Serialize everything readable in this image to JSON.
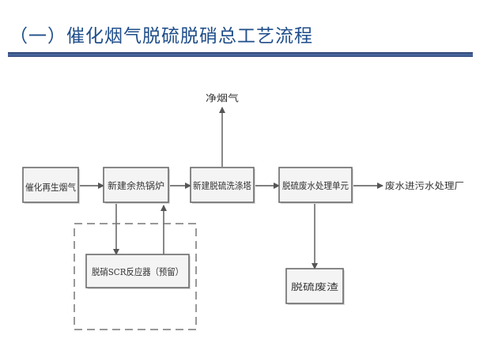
{
  "header": {
    "title": "（一）催化烟气脱硫脱硝总工艺流程"
  },
  "flow": {
    "source": "催化再生烟气",
    "boiler": "新建余热锅炉",
    "desulfur_tower": "新建脱硫洗涤塔",
    "wastewater_unit": "脱硫废水处理单元",
    "clean_gas": "净烟气",
    "wastewater_output": "废水进污水处理厂",
    "scr_reactor": "脱硝SCR反应器（预留）",
    "slag": "脱硫废渣"
  },
  "colors": {
    "title": "#1f4e8a",
    "rule": "#2a3f6d"
  }
}
